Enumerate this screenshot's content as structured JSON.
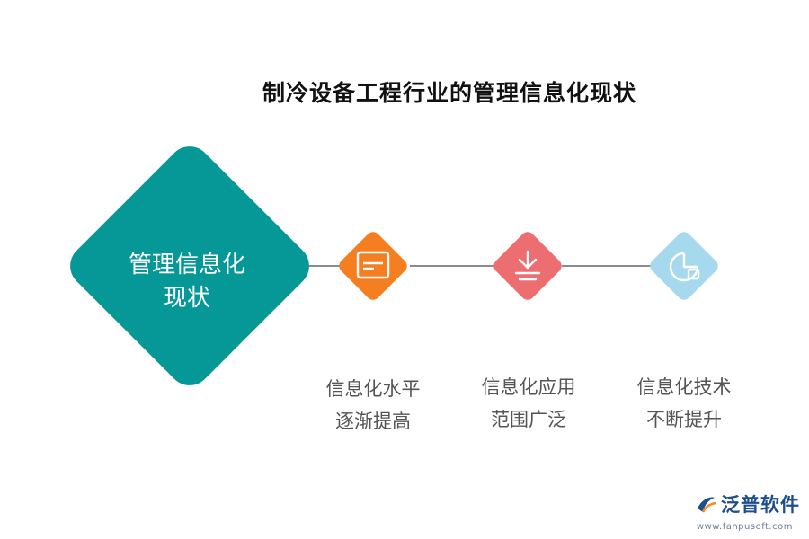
{
  "title": "制冷设备工程行业的管理信息化现状",
  "center": {
    "line1": "管理信息化",
    "line2": "现状",
    "color": "#069896"
  },
  "items": [
    {
      "line1": "信息化水平",
      "line2": "逐渐提高",
      "color": "#f47e20",
      "icon": "monitor-icon"
    },
    {
      "line1": "信息化应用",
      "line2": "范围广泛",
      "color": "#ed6e70",
      "icon": "download-icon"
    },
    {
      "line1": "信息化技术",
      "line2": "不断提升",
      "color": "#a7d9ee",
      "icon": "pie-chart-icon"
    }
  ],
  "brand": {
    "name": "泛普软件",
    "url": "www.fanpusoft.com",
    "accent": "#1e4f8c"
  }
}
